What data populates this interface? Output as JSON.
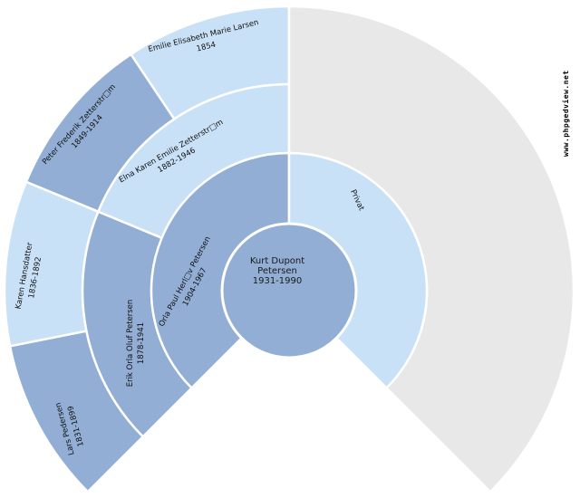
{
  "chart_type": "genealogy-fan-chart",
  "people": {
    "center": {
      "line1": "Kurt Dupont",
      "line2": "Petersen",
      "line3": "1931-1990"
    },
    "father": {
      "name": "Orla Paul Herl□v Petersen",
      "dates": "1904-1967"
    },
    "mother": {
      "name": "Privat",
      "dates": ""
    },
    "grandfather_paternal": {
      "name": "Erik Orla Oluf Petersen",
      "dates": "1878-1941"
    },
    "grandmother_paternal": {
      "name": "Elna Karen Emilie Zetterstr□m",
      "dates": "1882-1946"
    },
    "great_grandfather_1": {
      "name": "Lars Pedersen",
      "dates": "1831-1899"
    },
    "great_grandmother_1": {
      "name": "Karen Hansdatter",
      "dates": "1836-1892"
    },
    "great_grandfather_2": {
      "name": "Peter Frederik Zetterstr□m",
      "dates": "1849-1914"
    },
    "great_grandmother_2": {
      "name": "Emilie Elisabeth Marie Larsen",
      "dates": "1854"
    }
  },
  "watermark": "www.phpgedview.net",
  "colors": {
    "male": "#92aed4",
    "female": "#c9e1f6",
    "empty": "#e8e8e8",
    "separator": "#ffffff",
    "text": "#111111",
    "background": "#ffffff"
  }
}
